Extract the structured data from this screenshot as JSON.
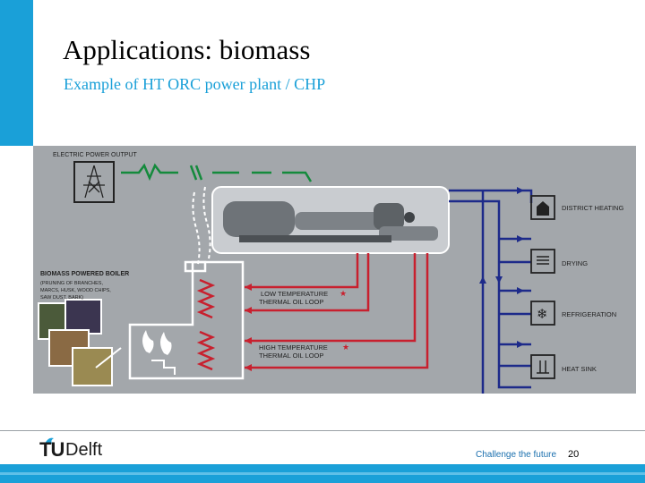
{
  "slide": {
    "title": "Applications: biomass",
    "subtitle": "Example of HT ORC power plant / CHP",
    "tagline": "Challenge the future",
    "page_number": "20",
    "logo": {
      "tu": "TU",
      "delft": "Delft"
    }
  },
  "diagram": {
    "electric_power_output": "ELECTRIC POWER OUTPUT",
    "boiler_title": "BIOMASS POWERED BOILER",
    "boiler_notes": [
      "(PRUNING OF BRANCHES,",
      "MARCS, HUSK, WOOD CHIPS,",
      "SAW DUST, BARK)"
    ],
    "low_temp_loop": [
      "LOW TEMPERATURE",
      "THERMAL OIL LOOP"
    ],
    "high_temp_loop": [
      "HIGH TEMPERATURE",
      "THERMAL OIL LOOP"
    ],
    "heat_users": [
      "DISTRICT HEATING",
      "DRYING",
      "REFRIGERATION",
      "HEAT SINK"
    ],
    "colors": {
      "hot_loop": "#c8202e",
      "heat_network": "#1d2a8a",
      "power_line": "#148a3c",
      "panel": "#a3a7ab",
      "accent": "#1aa0d8"
    }
  }
}
